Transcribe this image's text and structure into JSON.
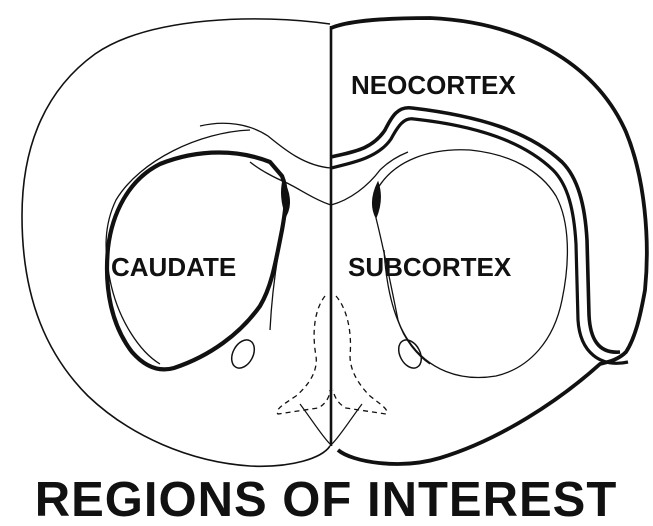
{
  "diagram": {
    "title": "REGIONS OF INTEREST",
    "labels": {
      "neocortex": "NEOCORTEX",
      "caudate": "CAUDATE",
      "subcortex": "SUBCORTEX"
    },
    "colors": {
      "background": "#ffffff",
      "ink": "#111111"
    }
  }
}
